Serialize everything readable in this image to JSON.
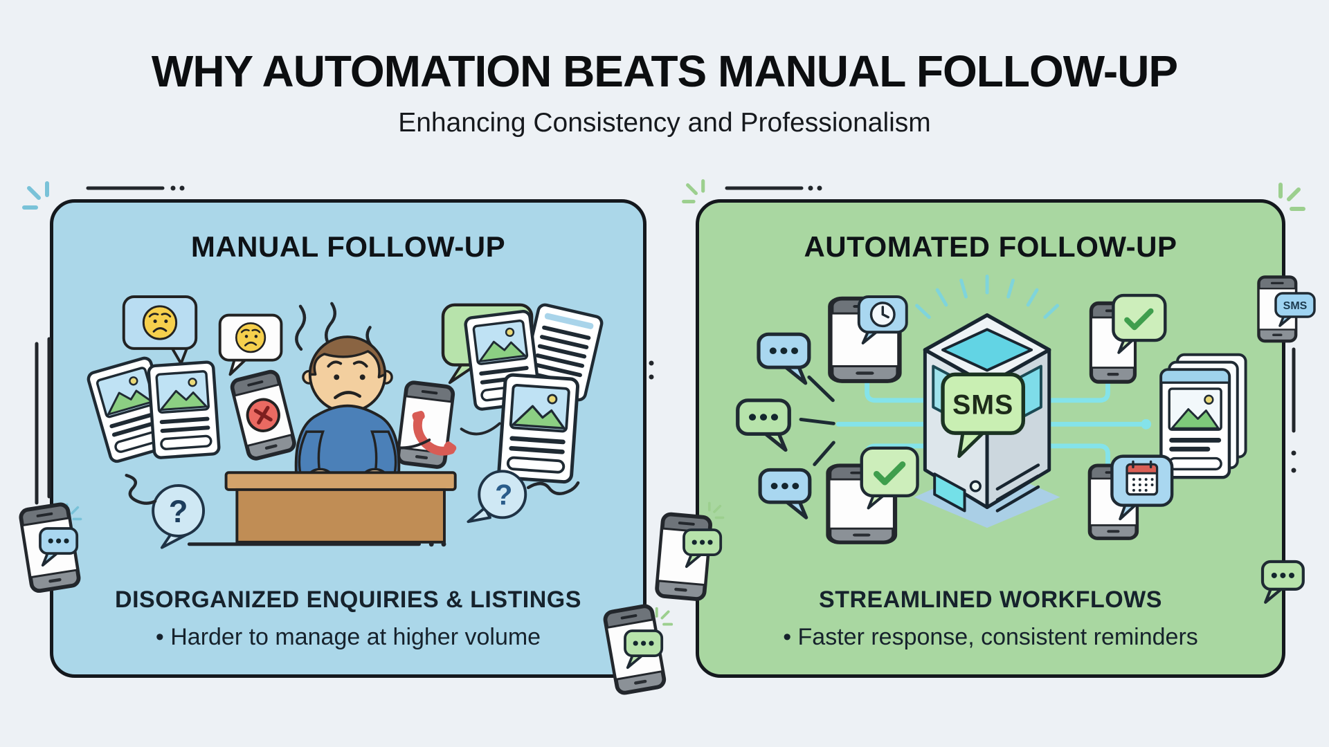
{
  "header": {
    "title": "WHY AUTOMATION BEATS MANUAL FOLLOW-UP",
    "subtitle": "Enhancing Consistency and Professionalism"
  },
  "manual_panel": {
    "heading": "MANUAL FOLLOW-UP",
    "caption": "DISORGANIZED ENQUIRIES & LISTINGS",
    "bullet": "• Harder to manage at higher volume"
  },
  "automated_panel": {
    "heading": "AUTOMATED FOLLOW-UP",
    "caption": "STREAMLINED WORKFLOWS",
    "bullet": "• Faster response, consistent reminders",
    "sms_label": "SMS"
  },
  "glyphs": {
    "question_mark": "?"
  },
  "icons": {
    "sad_face_bubble": "🙁",
    "question_bubble": "?",
    "declined_call": "✕",
    "incoming_call": "✆",
    "typing_dots": "•••",
    "clock_reminder": "🕒",
    "check_delivered": "✓",
    "calendar_reminder": "📅",
    "sms_server": "SMS",
    "listing_card": "🖼",
    "stressed_agent": "🙍"
  },
  "colors": {
    "background": "#edf1f5",
    "manual_bg": "#abd7e9",
    "automated_bg": "#a9d7a1",
    "outline": "#1c1f24",
    "desk_brown": "#c08d55",
    "alert_red": "#e2615e",
    "accent_cyan": "#84e3ea",
    "bubble_blue": "#a9d7f0",
    "bubble_green": "#b7e3ab",
    "face_yellow": "#f6d04d",
    "shirt_blue": "#4b80b8"
  }
}
